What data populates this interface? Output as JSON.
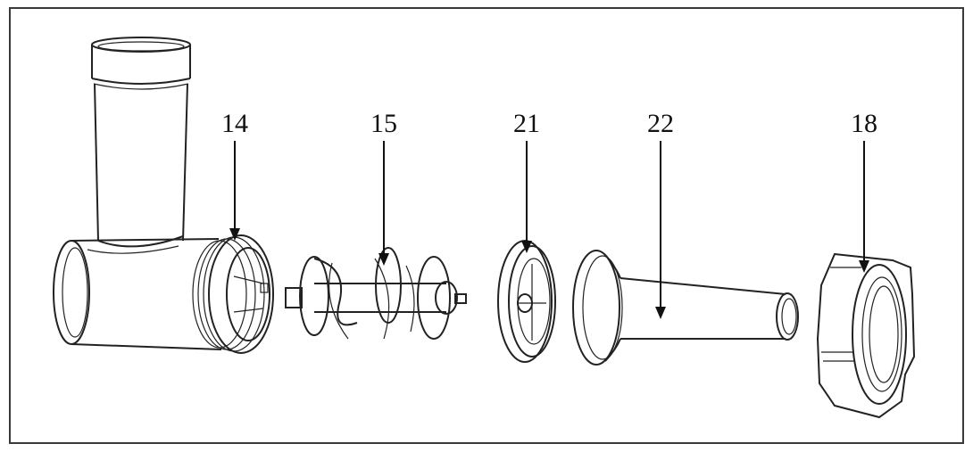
{
  "callouts": [
    {
      "id": "14",
      "label": "14"
    },
    {
      "id": "15",
      "label": "15"
    },
    {
      "id": "21",
      "label": "21"
    },
    {
      "id": "22",
      "label": "22"
    },
    {
      "id": "18",
      "label": "18"
    }
  ],
  "parts": [
    {
      "callout": "14",
      "icon": "grinder-housing-icon"
    },
    {
      "callout": "15",
      "icon": "feed-screw-auger-icon"
    },
    {
      "callout": "21",
      "icon": "sausage-plate-icon"
    },
    {
      "callout": "22",
      "icon": "sausage-stuffing-tube-icon"
    },
    {
      "callout": "18",
      "icon": "ring-nut-icon"
    }
  ],
  "colors": {
    "line": "#222222",
    "frame": "#3a3a3a",
    "background": "#ffffff"
  }
}
